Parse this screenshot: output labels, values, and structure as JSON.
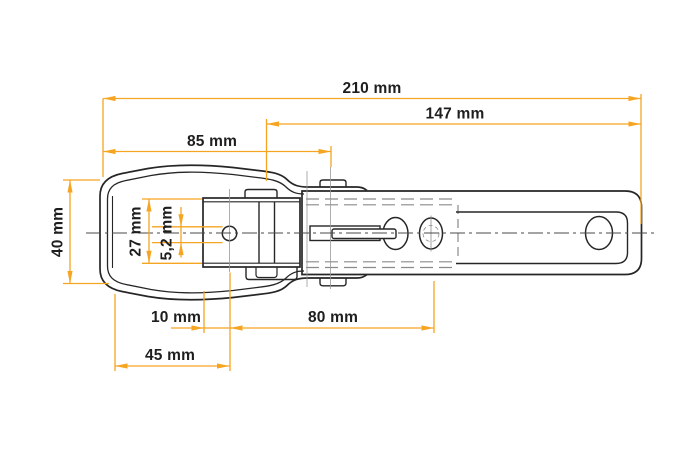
{
  "drawing": {
    "unit": "mm",
    "dimensions": {
      "total_length": "210 mm",
      "arm_length": "147 mm",
      "lever_length": "85 mm",
      "overall_height": "40 mm",
      "body_height": "27 mm",
      "hole_diameter": "5,2 mm",
      "hole_offset": "10 mm",
      "hole_spacing": "80 mm",
      "lever_width": "45 mm"
    },
    "colors": {
      "dimension": "#F6A522",
      "outline": "#262626",
      "hidden_line": "#8A8A8A",
      "background": "#FFFFFF"
    }
  }
}
